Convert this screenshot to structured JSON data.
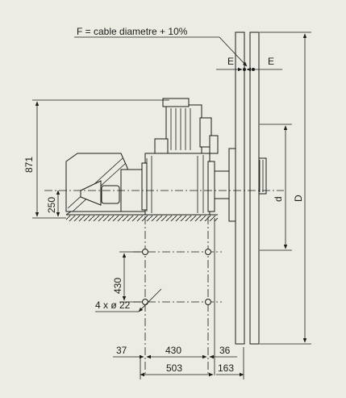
{
  "background": "#ecece4",
  "line_color": "#1a1a1a",
  "annotations": {
    "cable_formula": "F = cable diametre + 10%",
    "flange_clearance_left": "E",
    "flange_clearance_right": "E",
    "overall_height": "871",
    "shaft_height": "250",
    "inner_diameter": "d",
    "outer_diameter": "D",
    "hole_spacing_vertical": "430",
    "bolt_holes": "4 x ø 22",
    "dim_37": "37",
    "dim_430": "430",
    "dim_36": "36",
    "dim_503": "503",
    "dim_163": "163"
  }
}
